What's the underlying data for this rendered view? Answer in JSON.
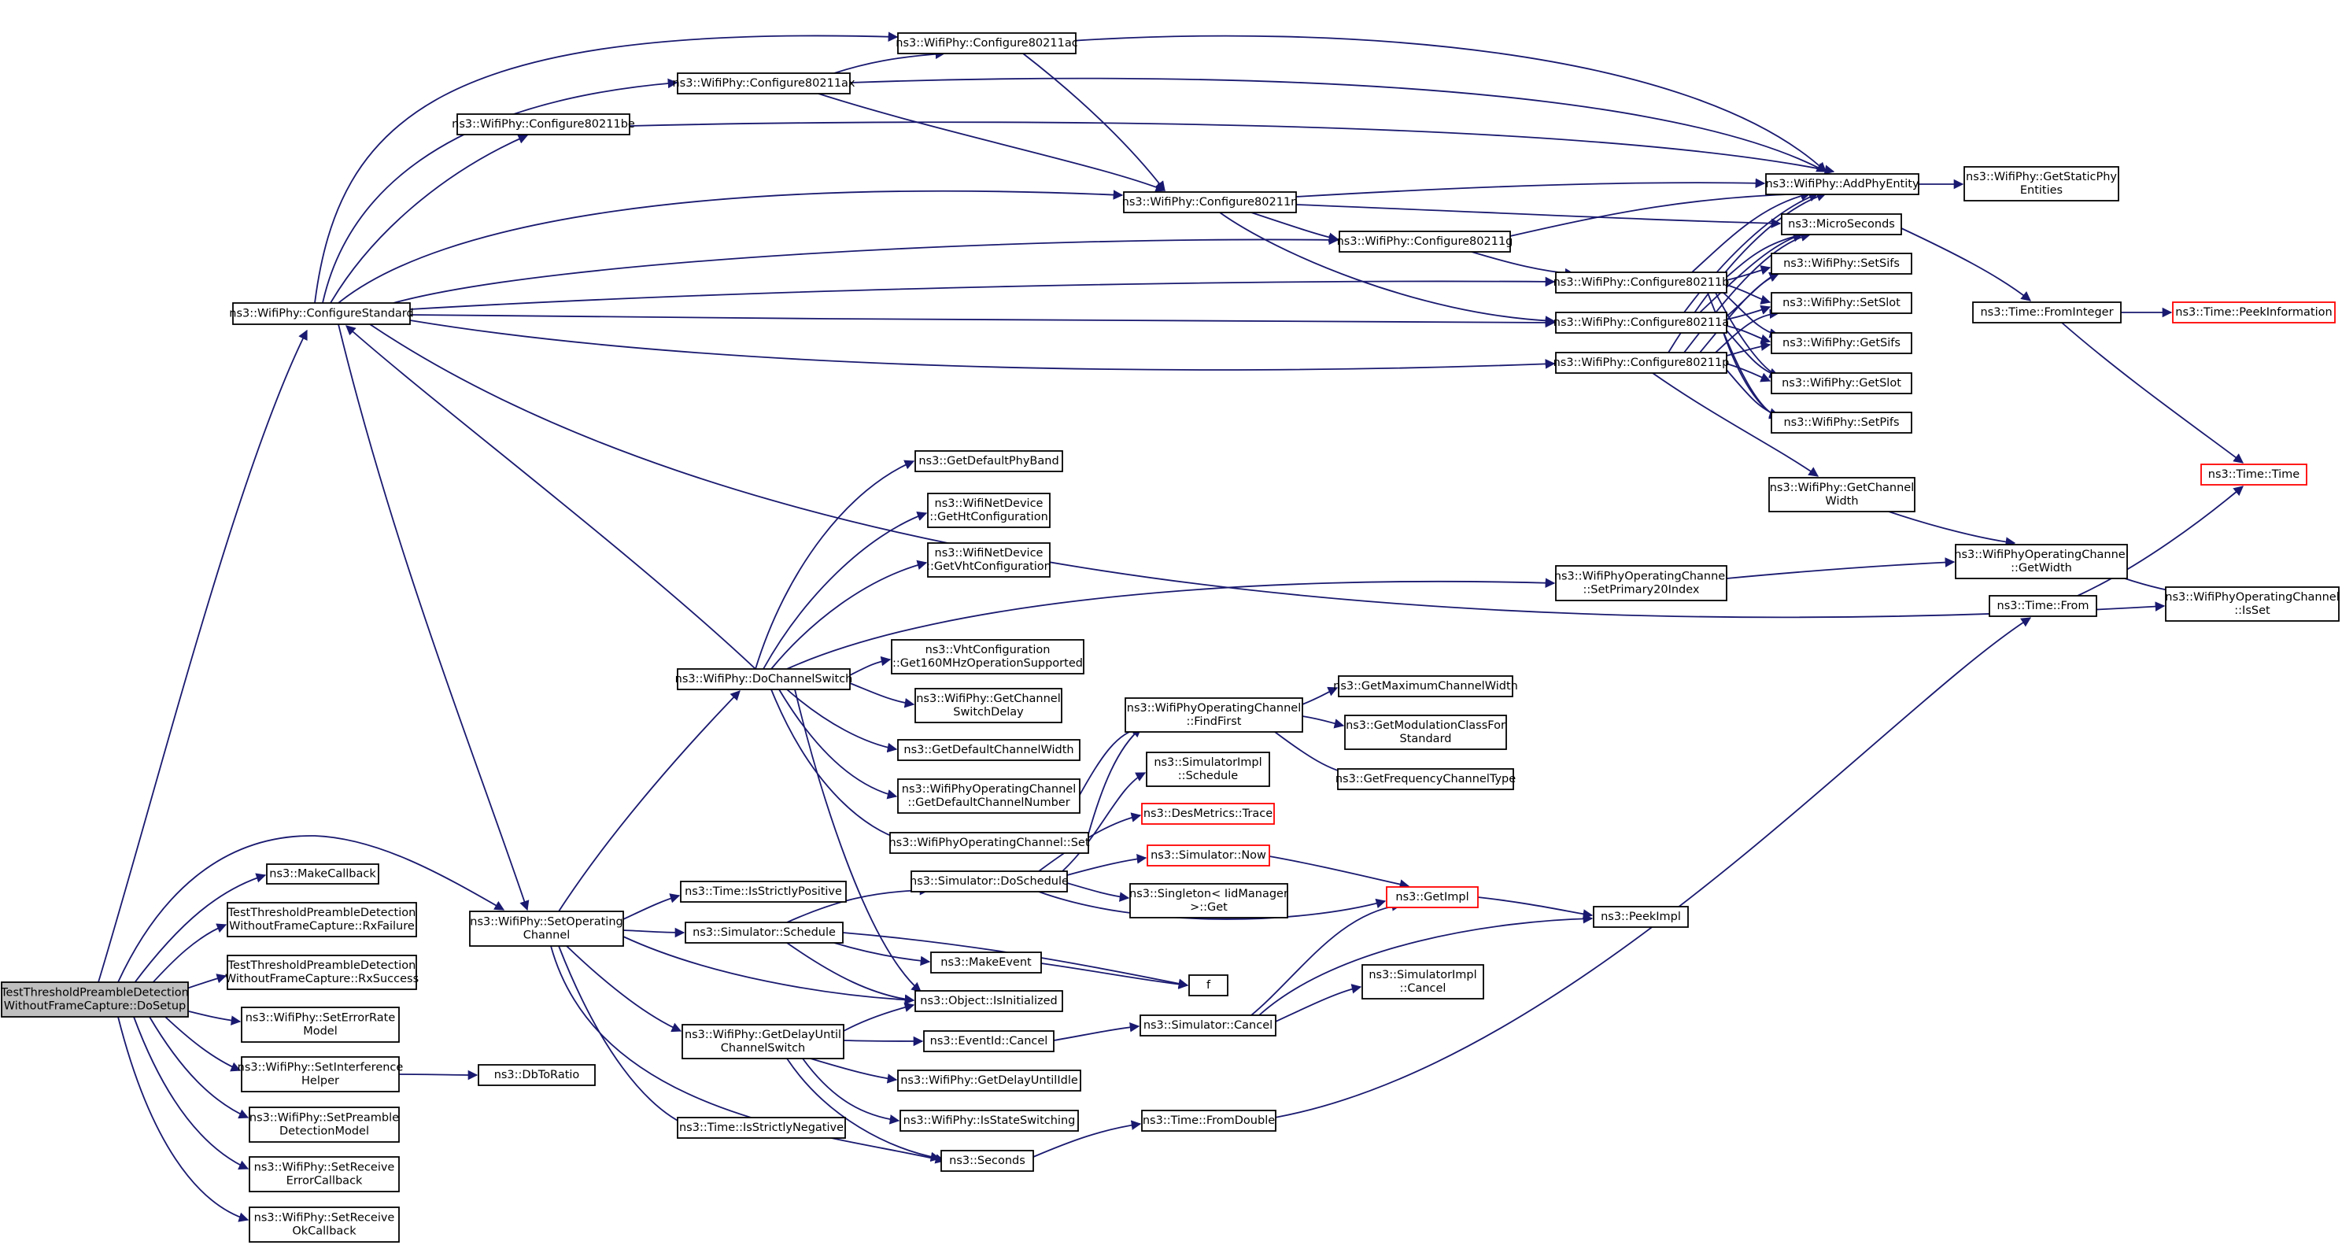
{
  "colors": {
    "edge": "#191970",
    "node_border": "#000000",
    "node_border_truncated": "#ff0000",
    "root_fill": "#bfbfbf"
  },
  "nodes": [
    {
      "id": "root",
      "lines": [
        "TestThresholdPreambleDetection",
        "WithoutFrameCapture::DoSetup"
      ],
      "style": "root"
    },
    {
      "id": "configstd",
      "lines": [
        "ns3::WifiPhy::ConfigureStandard"
      ]
    },
    {
      "id": "setop",
      "lines": [
        "ns3::WifiPhy::SetOperating",
        "Channel"
      ]
    },
    {
      "id": "makecb",
      "lines": [
        "ns3::MakeCallback"
      ]
    },
    {
      "id": "rxfail",
      "lines": [
        "TestThresholdPreambleDetection",
        "WithoutFrameCapture::RxFailure"
      ]
    },
    {
      "id": "rxsucc",
      "lines": [
        "TestThresholdPreambleDetection",
        "WithoutFrameCapture::RxSuccess"
      ]
    },
    {
      "id": "seterr",
      "lines": [
        "ns3::WifiPhy::SetErrorRate",
        "Model"
      ]
    },
    {
      "id": "setint",
      "lines": [
        "ns3::WifiPhy::SetInterference",
        "Helper"
      ]
    },
    {
      "id": "setpre",
      "lines": [
        "ns3::WifiPhy::SetPreamble",
        "DetectionModel"
      ]
    },
    {
      "id": "setrxerr",
      "lines": [
        "ns3::WifiPhy::SetReceive",
        "ErrorCallback"
      ]
    },
    {
      "id": "setrxok",
      "lines": [
        "ns3::WifiPhy::SetReceive",
        "OkCallback"
      ]
    },
    {
      "id": "dbtoratio",
      "lines": [
        "ns3::DbToRatio"
      ]
    },
    {
      "id": "cfgbe",
      "lines": [
        "ns3::WifiPhy::Configure80211be"
      ]
    },
    {
      "id": "cfgax",
      "lines": [
        "ns3::WifiPhy::Configure80211ax"
      ]
    },
    {
      "id": "cfgac",
      "lines": [
        "ns3::WifiPhy::Configure80211ac"
      ]
    },
    {
      "id": "cfgn",
      "lines": [
        "ns3::WifiPhy::Configure80211n"
      ]
    },
    {
      "id": "cfgg",
      "lines": [
        "ns3::WifiPhy::Configure80211g"
      ]
    },
    {
      "id": "cfgb",
      "lines": [
        "ns3::WifiPhy::Configure80211b"
      ]
    },
    {
      "id": "cfga",
      "lines": [
        "ns3::WifiPhy::Configure80211a"
      ]
    },
    {
      "id": "cfgp",
      "lines": [
        "ns3::WifiPhy::Configure80211p"
      ]
    },
    {
      "id": "addphy",
      "lines": [
        "ns3::WifiPhy::AddPhyEntity"
      ]
    },
    {
      "id": "getstatic",
      "lines": [
        "ns3::WifiPhy::GetStaticPhy",
        "Entities"
      ]
    },
    {
      "id": "micro",
      "lines": [
        "ns3::MicroSeconds"
      ]
    },
    {
      "id": "setsifs",
      "lines": [
        "ns3::WifiPhy::SetSifs"
      ]
    },
    {
      "id": "setslot",
      "lines": [
        "ns3::WifiPhy::SetSlot"
      ]
    },
    {
      "id": "getsifs",
      "lines": [
        "ns3::WifiPhy::GetSifs"
      ]
    },
    {
      "id": "getslot",
      "lines": [
        "ns3::WifiPhy::GetSlot"
      ]
    },
    {
      "id": "setpifs",
      "lines": [
        "ns3::WifiPhy::SetPifs"
      ]
    },
    {
      "id": "getchw",
      "lines": [
        "ns3::WifiPhy::GetChannel",
        "Width"
      ]
    },
    {
      "id": "fromint",
      "lines": [
        "ns3::Time::FromInteger"
      ]
    },
    {
      "id": "peekinfo",
      "lines": [
        "ns3::Time::PeekInformation"
      ],
      "style": "red"
    },
    {
      "id": "timetime",
      "lines": [
        "ns3::Time::Time"
      ],
      "style": "red"
    },
    {
      "id": "getwidth",
      "lines": [
        "ns3::WifiPhyOperatingChannel",
        "::GetWidth"
      ]
    },
    {
      "id": "isset",
      "lines": [
        "ns3::WifiPhyOperatingChannel",
        "::IsSet"
      ]
    },
    {
      "id": "timefrom",
      "lines": [
        "ns3::Time::From"
      ]
    },
    {
      "id": "setp20",
      "lines": [
        "ns3::WifiPhyOperatingChannel",
        "::SetPrimary20Index"
      ]
    },
    {
      "id": "dochsw",
      "lines": [
        "ns3::WifiPhy::DoChannelSwitch"
      ]
    },
    {
      "id": "getdefband",
      "lines": [
        "ns3::GetDefaultPhyBand"
      ]
    },
    {
      "id": "getht",
      "lines": [
        "ns3::WifiNetDevice",
        "::GetHtConfiguration"
      ]
    },
    {
      "id": "getvht",
      "lines": [
        "ns3::WifiNetDevice",
        "::GetVhtConfiguration"
      ]
    },
    {
      "id": "vht160",
      "lines": [
        "ns3::VhtConfiguration",
        "::Get160MHzOperationSupported"
      ]
    },
    {
      "id": "getchswd",
      "lines": [
        "ns3::WifiPhy::GetChannel",
        "SwitchDelay"
      ]
    },
    {
      "id": "getdefcw",
      "lines": [
        "ns3::GetDefaultChannelWidth"
      ]
    },
    {
      "id": "getdefcn",
      "lines": [
        "ns3::WifiPhyOperatingChannel",
        "::GetDefaultChannelNumber"
      ]
    },
    {
      "id": "opset",
      "lines": [
        "ns3::WifiPhyOperatingChannel::Set"
      ]
    },
    {
      "id": "findfirst",
      "lines": [
        "ns3::WifiPhyOperatingChannel",
        "::FindFirst"
      ]
    },
    {
      "id": "getmaxcw",
      "lines": [
        "ns3::GetMaximumChannelWidth"
      ]
    },
    {
      "id": "getmod",
      "lines": [
        "ns3::GetModulationClassFor",
        "Standard"
      ]
    },
    {
      "id": "getfreqct",
      "lines": [
        "ns3::GetFrequencyChannelType"
      ]
    },
    {
      "id": "simimplsched",
      "lines": [
        "ns3::SimulatorImpl",
        "::Schedule"
      ]
    },
    {
      "id": "desmetrics",
      "lines": [
        "ns3::DesMetrics::Trace"
      ],
      "style": "red"
    },
    {
      "id": "simnow",
      "lines": [
        "ns3::Simulator::Now"
      ],
      "style": "red"
    },
    {
      "id": "dosched",
      "lines": [
        "ns3::Simulator::DoSchedule"
      ]
    },
    {
      "id": "singleton",
      "lines": [
        "ns3::Singleton< IidManager",
        ">::Get"
      ]
    },
    {
      "id": "getimpl",
      "lines": [
        "ns3::GetImpl"
      ],
      "style": "red"
    },
    {
      "id": "peekimpl",
      "lines": [
        "ns3::PeekImpl"
      ]
    },
    {
      "id": "isstrictpos",
      "lines": [
        "ns3::Time::IsStrictlyPositive"
      ]
    },
    {
      "id": "simsched",
      "lines": [
        "ns3::Simulator::Schedule"
      ]
    },
    {
      "id": "makeevent",
      "lines": [
        "ns3::MakeEvent"
      ]
    },
    {
      "id": "f",
      "lines": [
        "f"
      ]
    },
    {
      "id": "isinit",
      "lines": [
        "ns3::Object::IsInitialized"
      ]
    },
    {
      "id": "getdelay",
      "lines": [
        "ns3::WifiPhy::GetDelayUntil",
        "ChannelSwitch"
      ]
    },
    {
      "id": "evcancel",
      "lines": [
        "ns3::EventId::Cancel"
      ]
    },
    {
      "id": "simcancel",
      "lines": [
        "ns3::Simulator::Cancel"
      ]
    },
    {
      "id": "simimplcancel",
      "lines": [
        "ns3::SimulatorImpl",
        "::Cancel"
      ]
    },
    {
      "id": "getdelayidle",
      "lines": [
        "ns3::WifiPhy::GetDelayUntilIdle"
      ]
    },
    {
      "id": "isstatesw",
      "lines": [
        "ns3::WifiPhy::IsStateSwitching"
      ]
    },
    {
      "id": "isstrictneg",
      "lines": [
        "ns3::Time::IsStrictlyNegative"
      ]
    },
    {
      "id": "seconds",
      "lines": [
        "ns3::Seconds"
      ]
    },
    {
      "id": "fromdouble",
      "lines": [
        "ns3::Time::FromDouble"
      ]
    }
  ]
}
